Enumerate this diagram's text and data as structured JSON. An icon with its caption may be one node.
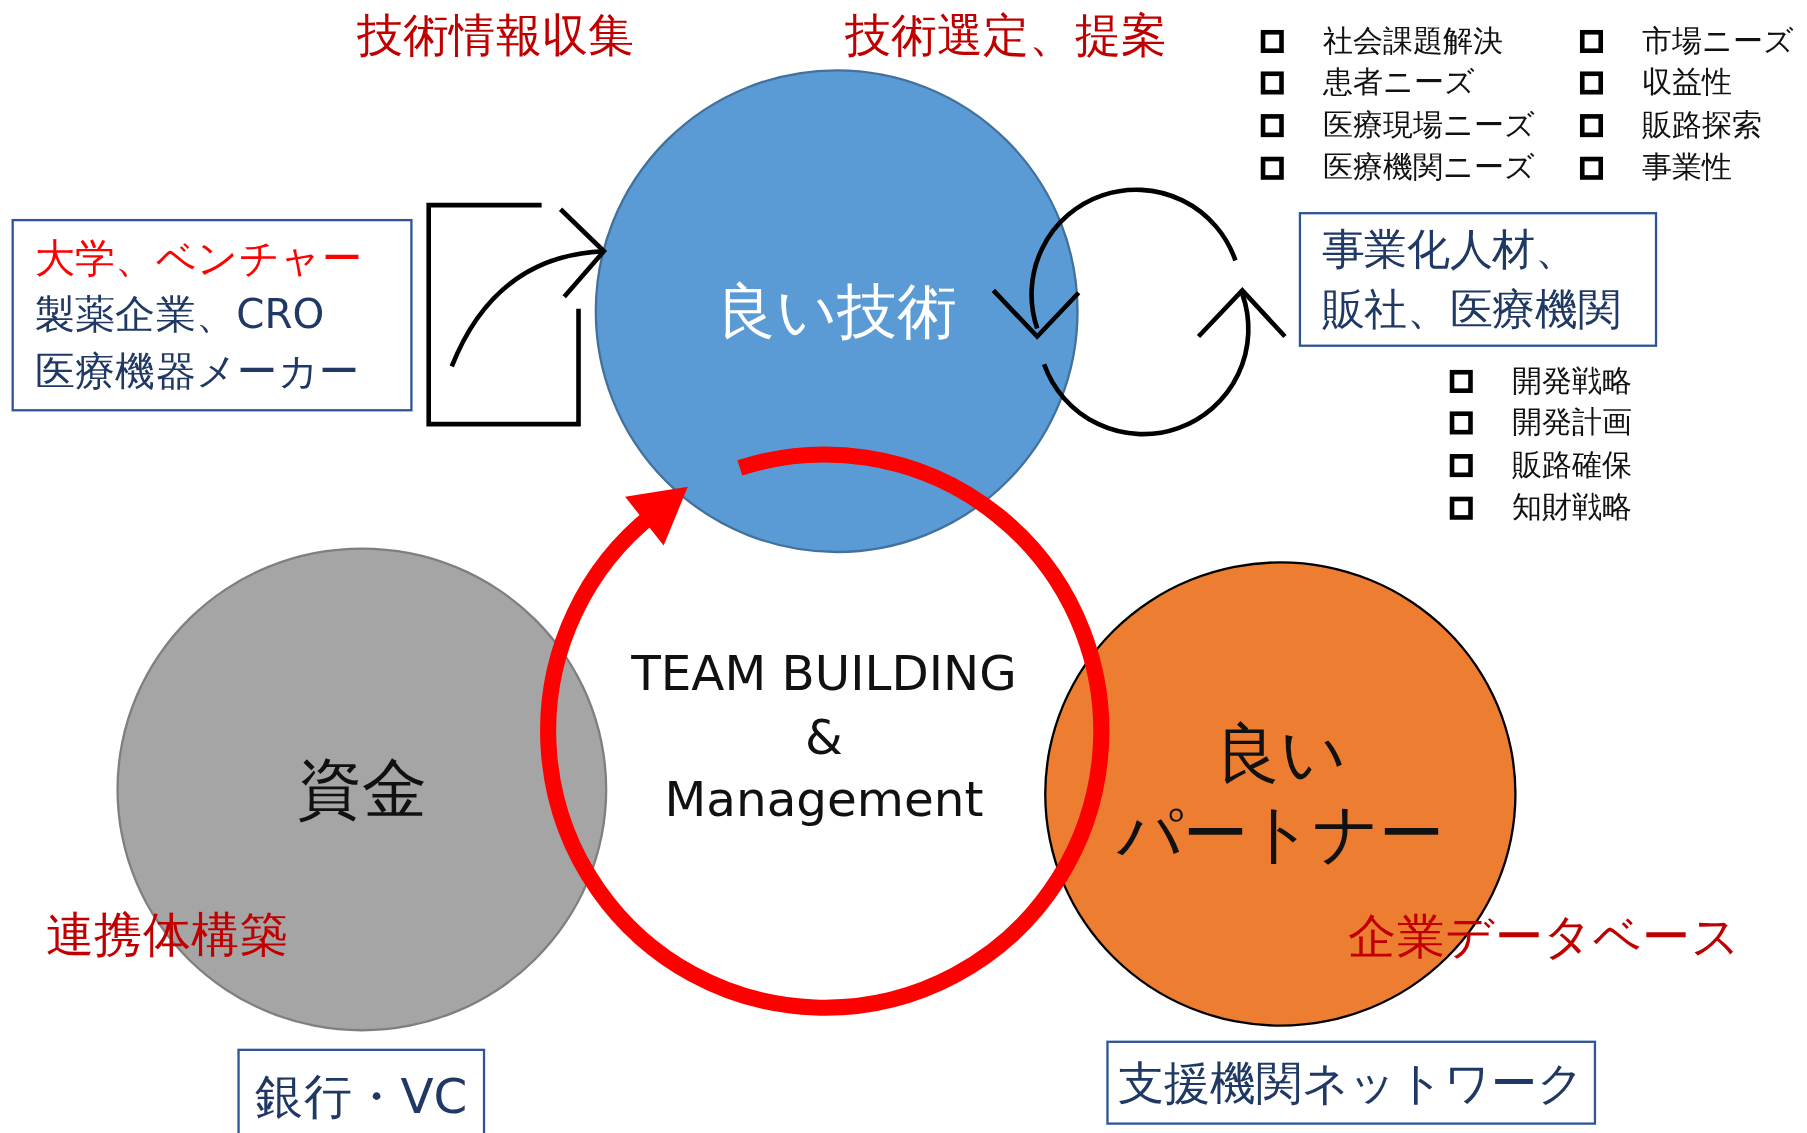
{
  "diagram": {
    "nodes": [
      {
        "text": [
          "良い技術"
        ]
      },
      {
        "text": [
          "資金"
        ]
      },
      {
        "text": [
          "TEAM BUILDING & Management"
        ]
      },
      {
        "text": [
          "良いパートナー"
        ]
      },
      {
        "text": [
          "大学、ベンチャー",
          "製薬企業、CRO 医療機器メーカー"
        ]
      },
      {
        "text": [
          "事業化人材、販社、医療機関"
        ]
      },
      {
        "text": [
          "銀行・VC"
        ]
      },
      {
        "text": [
          "支援機関ネットワーク"
        ]
      }
    ],
    "edges": [
      {
        "from": 4,
        "to": 0,
        "arrow": "to"
      },
      {
        "from": null,
        "to": 0,
        "arrow": "to",
        "style": "thick",
        "color": "#ff0000"
      }
    ],
    "labels": [
      "技術情報収集",
      "技術選定、提案",
      "社会課題解決",
      "市場ニーズ",
      "患者ニーズ",
      "収益性",
      "医療現場ニーズ",
      "販路探索",
      "医療機関ニーズ",
      "事業性",
      "開発戦略",
      "開発計画",
      "販路確保",
      "知財戦略",
      "連携体構築",
      "企業データベース"
    ]
  }
}
